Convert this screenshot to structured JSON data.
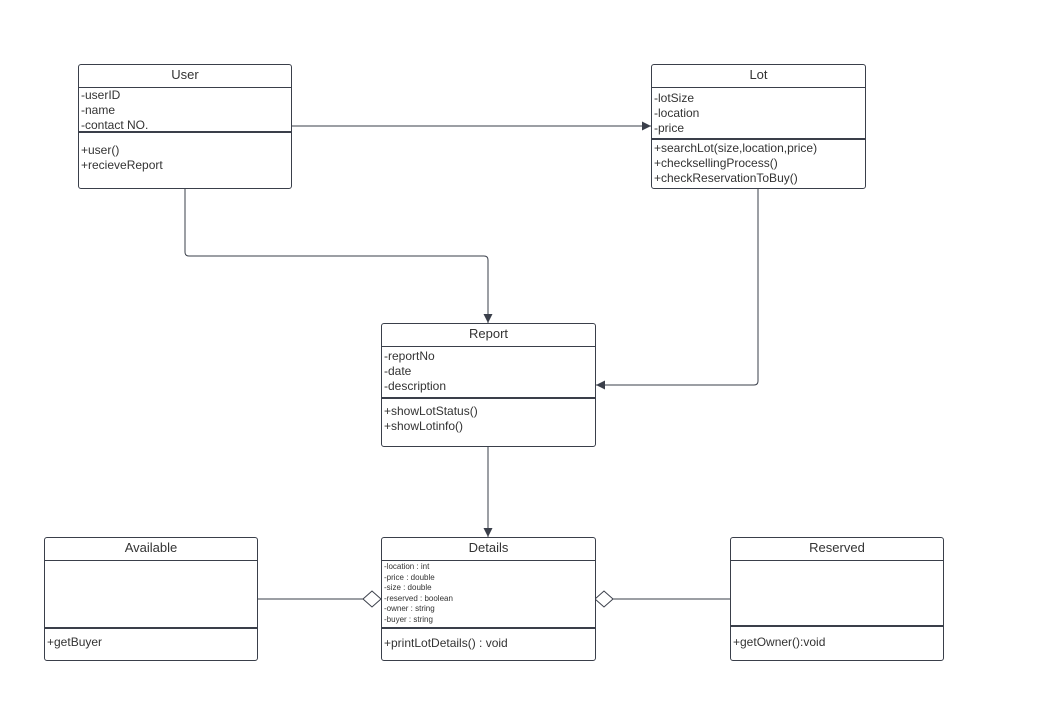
{
  "diagram": {
    "classes": {
      "user": {
        "name": "User",
        "attributes": [
          "-userID",
          "-name",
          "-contact NO."
        ],
        "methods": [
          "+user()",
          "+recieveReport"
        ]
      },
      "lot": {
        "name": "Lot",
        "attributes": [
          "-lotSize",
          "-location",
          "-price"
        ],
        "methods": [
          "+searchLot(size,location,price)",
          "+checksellingProcess()",
          "+checkReservationToBuy()"
        ]
      },
      "report": {
        "name": "Report",
        "attributes": [
          "-reportNo",
          "-date",
          "-description"
        ],
        "methods": [
          "+showLotStatus()",
          "+showLotinfo()"
        ]
      },
      "available": {
        "name": "Available",
        "attributes": [],
        "methods": [
          "+getBuyer"
        ]
      },
      "details": {
        "name": "Details",
        "attributes": [
          "-location : int",
          "-price : double",
          "-size : double",
          "-reserved : boolean",
          "-owner : string",
          "-buyer : string"
        ],
        "methods": [
          "+printLotDetails() : void"
        ]
      },
      "reserved": {
        "name": "Reserved",
        "attributes": [],
        "methods": [
          "+getOwner():void"
        ]
      }
    },
    "relationships": [
      {
        "from": "user",
        "to": "lot",
        "type": "association-arrow"
      },
      {
        "from": "user",
        "to": "report",
        "type": "association-arrow"
      },
      {
        "from": "lot",
        "to": "report",
        "type": "association-arrow"
      },
      {
        "from": "report",
        "to": "details",
        "type": "association-arrow"
      },
      {
        "from": "available",
        "to": "details",
        "type": "aggregation"
      },
      {
        "from": "reserved",
        "to": "details",
        "type": "aggregation"
      }
    ],
    "colors": {
      "line": "#3a3f4a",
      "text": "#333333",
      "background": "#ffffff"
    }
  }
}
